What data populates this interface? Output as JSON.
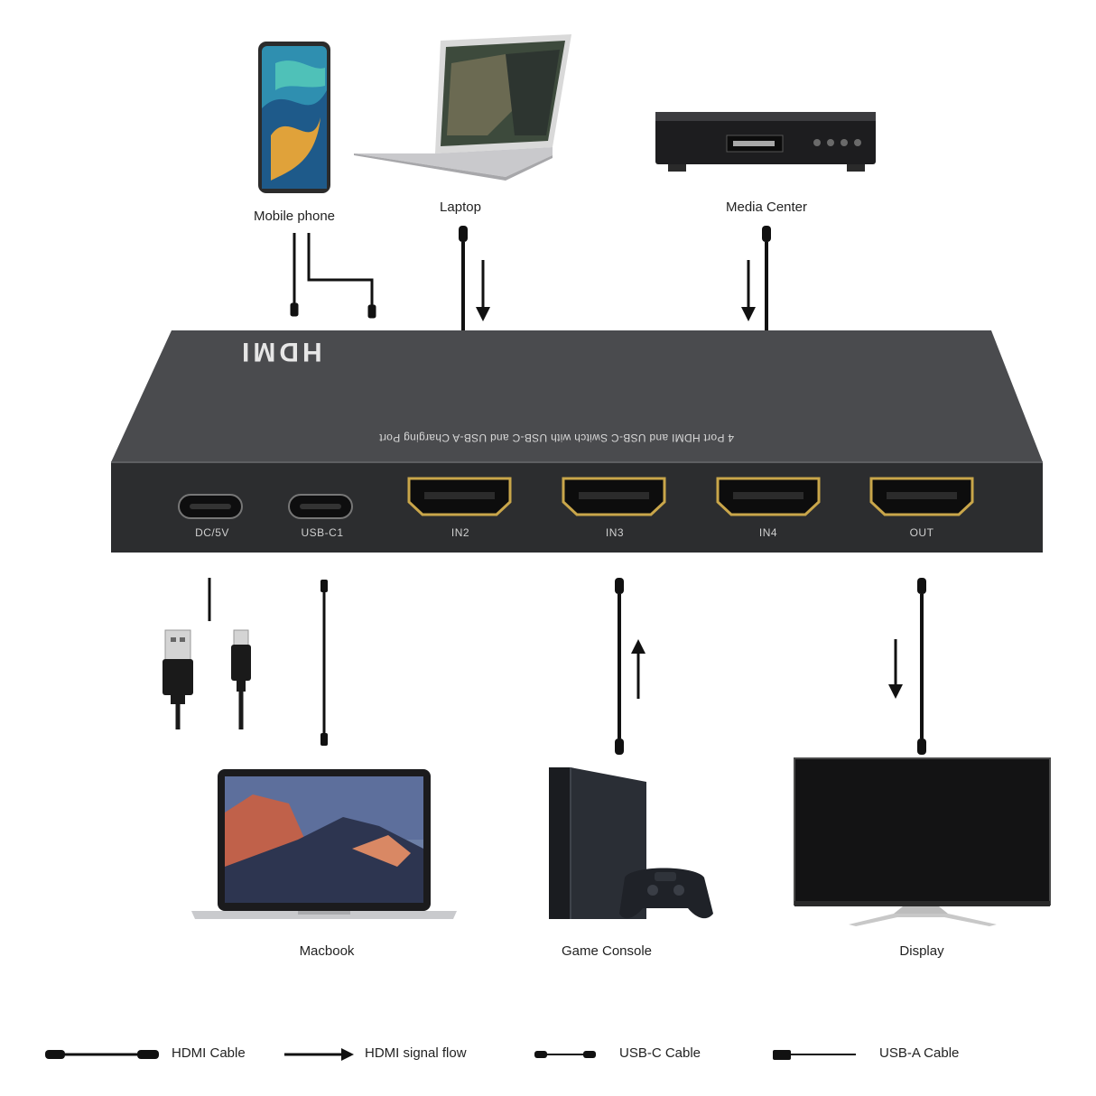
{
  "devices": {
    "mobile_phone": "Mobile phone",
    "laptop": "Laptop",
    "media_center": "Media Center",
    "macbook": "Macbook",
    "game_console": "Game Console",
    "display": "Display"
  },
  "hub": {
    "logo": "HDMI",
    "caption": "4 Port HDMI and USB-C Switch with USB-C and USB-A Charging Port",
    "ports": {
      "dc": "DC/5V",
      "usbc1": "USB-C1",
      "in2": "IN2",
      "in3": "IN3",
      "in4": "IN4",
      "out": "OUT"
    }
  },
  "legend": {
    "hdmi_cable": "HDMI Cable",
    "hdmi_signal_flow": "HDMI signal flow",
    "usbc_cable": "USB-C Cable",
    "usba_cable": "USB-A Cable"
  },
  "colors": {
    "hub_body": "#3a3b3d",
    "port_gold": "#c9a64a",
    "cable": "#111111"
  }
}
